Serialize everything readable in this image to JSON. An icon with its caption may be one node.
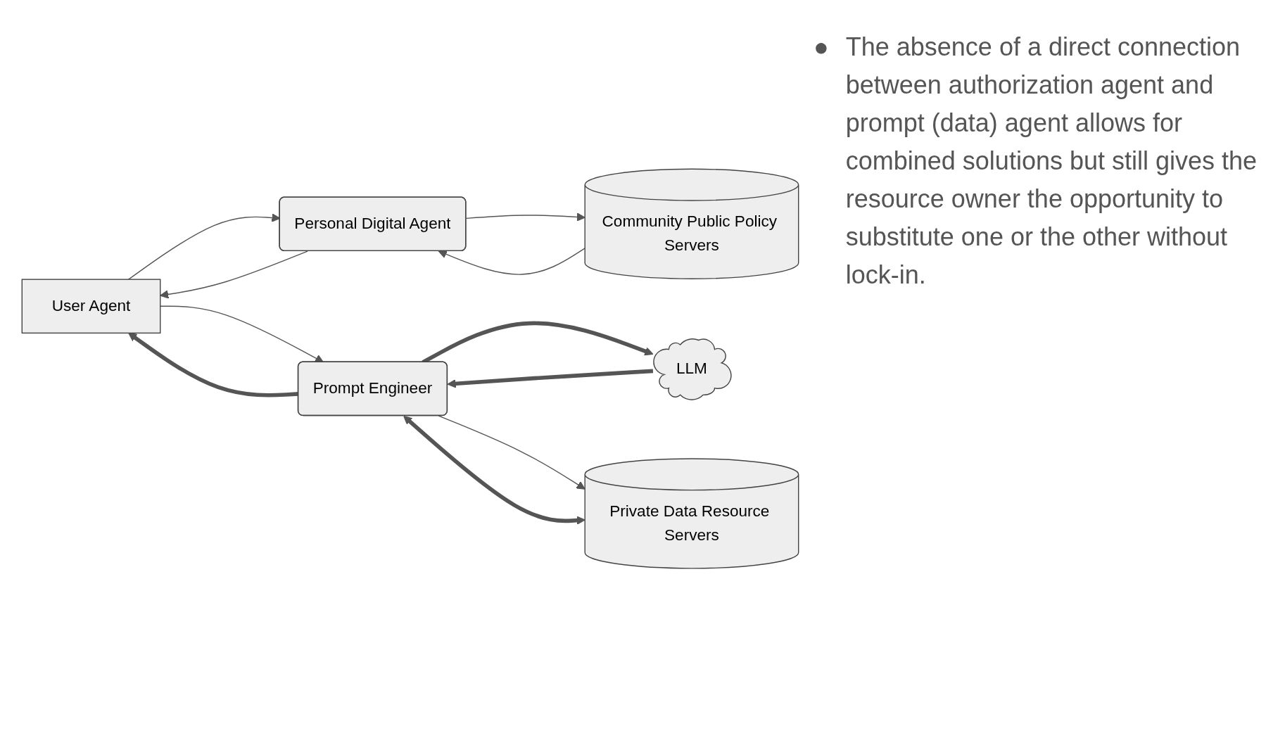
{
  "diagram": {
    "nodes": [
      {
        "text": [
          "User Agent"
        ]
      },
      {
        "text": [
          "Community Public Policy Servers"
        ]
      },
      {
        "text": [
          "Personal Digital Agent"
        ]
      },
      {
        "text": [
          "Prompt Engineer"
        ]
      },
      {
        "text": [
          "LLM"
        ]
      },
      {
        "text": [
          "Private Data Resource Servers"
        ]
      }
    ],
    "edges": [
      {
        "from": 1,
        "to": 2,
        "arrow": "to"
      },
      {
        "from": 2,
        "to": 1,
        "arrow": "to"
      },
      {
        "from": 0,
        "to": 2,
        "arrow": "to"
      },
      {
        "from": 2,
        "to": 0,
        "arrow": "to"
      },
      {
        "from": 0,
        "to": 3,
        "arrow": "to"
      },
      {
        "from": 3,
        "to": 4,
        "arrow": "to",
        "style": "thick"
      },
      {
        "from": 4,
        "to": 3,
        "arrow": "to",
        "style": "thick"
      },
      {
        "from": 3,
        "to": 0,
        "arrow": "to",
        "style": "thick"
      },
      {
        "from": 3,
        "to": 5,
        "arrow": "to"
      },
      {
        "from": 3,
        "to": 5,
        "arrow": "both",
        "style": "thick"
      }
    ],
    "labels": [
      "●",
      "The absence of a direct connection between authorization agent and prompt (data) agent allows for combined solutions but still gives the resource owner the opportunity to substitute one or the other without lock-in."
    ]
  }
}
